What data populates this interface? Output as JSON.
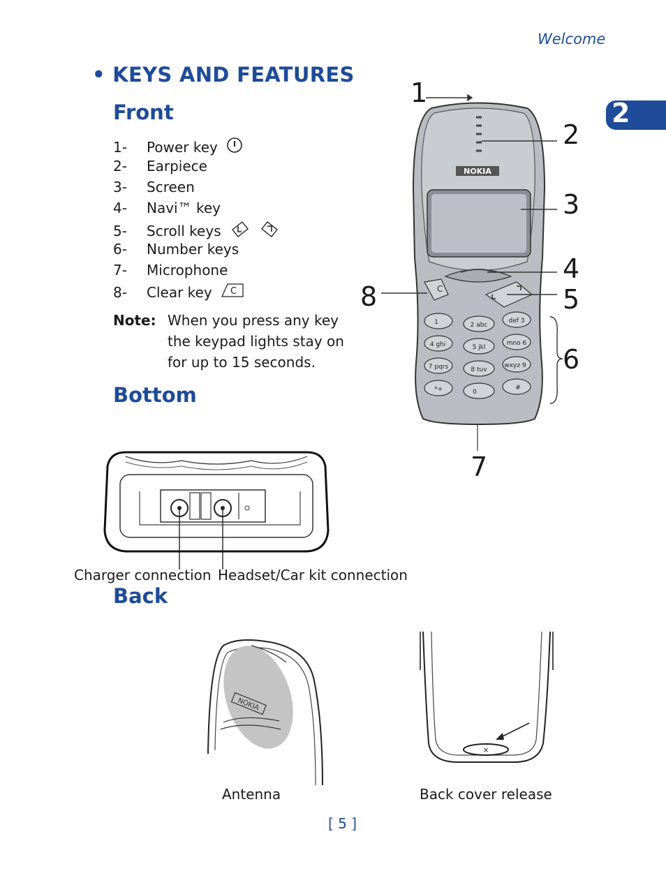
{
  "header": {
    "section": "Welcome",
    "chapter": "2"
  },
  "title": "• KEYS AND FEATURES",
  "front": {
    "heading": "Front",
    "keys": [
      {
        "num": "1-",
        "label": "Power key"
      },
      {
        "num": "2-",
        "label": "Earpiece"
      },
      {
        "num": "3-",
        "label": "Screen"
      },
      {
        "num": "4-",
        "label": "Navi™ key"
      },
      {
        "num": "5-",
        "label": "Scroll keys"
      },
      {
        "num": "6-",
        "label": "Number keys"
      },
      {
        "num": "7-",
        "label": "Microphone"
      },
      {
        "num": "8-",
        "label": "Clear key"
      }
    ],
    "note_label": "Note:",
    "note_lines": [
      "When you press any key",
      "the keypad lights stay on",
      "for up to 15 seconds."
    ]
  },
  "callouts": [
    "1",
    "2",
    "3",
    "4",
    "5",
    "6",
    "7",
    "8"
  ],
  "phone_brand": "NOKIA",
  "keypad": {
    "clear": "C",
    "keys": [
      "1",
      "2 abc",
      "def 3",
      "4 ghi",
      "5 jkl",
      "mno 6",
      "7 pqrs",
      "8 tuv",
      "wxyz 9",
      "*+",
      "0",
      "#"
    ]
  },
  "bottom": {
    "heading": "Bottom",
    "charger_label": "Charger connection",
    "headset_label": "Headset/Car kit connection"
  },
  "back": {
    "heading": "Back",
    "antenna_label": "Antenna",
    "cover_label": "Back cover release"
  },
  "page_number": "[ 5 ]"
}
